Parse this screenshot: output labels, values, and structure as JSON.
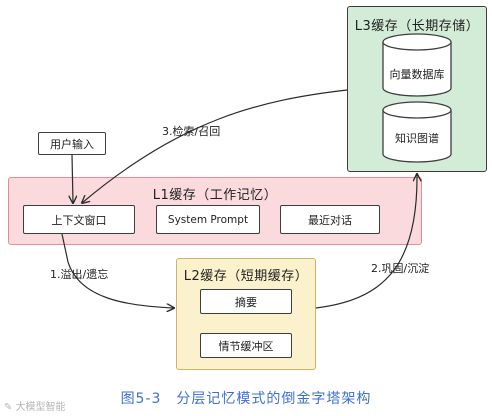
{
  "layers": {
    "l3": {
      "title": "L3缓存（长期存储）",
      "items": [
        "向量数据库",
        "知识图谱"
      ]
    },
    "l1": {
      "title": "L1缓存（工作记忆）",
      "items": [
        "上下文窗口",
        "System Prompt",
        "最近对话"
      ]
    },
    "l2": {
      "title": "L2缓存（短期缓存）",
      "items": [
        "摘要",
        "情节缓冲区"
      ]
    }
  },
  "user_input": "用户输入",
  "edges": {
    "retrieve": "3.检索/召回",
    "overflow": "1.溢出/遗忘",
    "consolidate": "2.巩固/沉淀"
  },
  "caption": "图5-3　分层记忆模式的倒金字塔架构",
  "watermark": "大模型智能",
  "colors": {
    "l3_fill": "#d3ecd7",
    "l1_fill": "#fadadd",
    "l1_border": "#e88b94",
    "l2_fill": "#fbf1cc",
    "caption": "#3d6fd1"
  }
}
